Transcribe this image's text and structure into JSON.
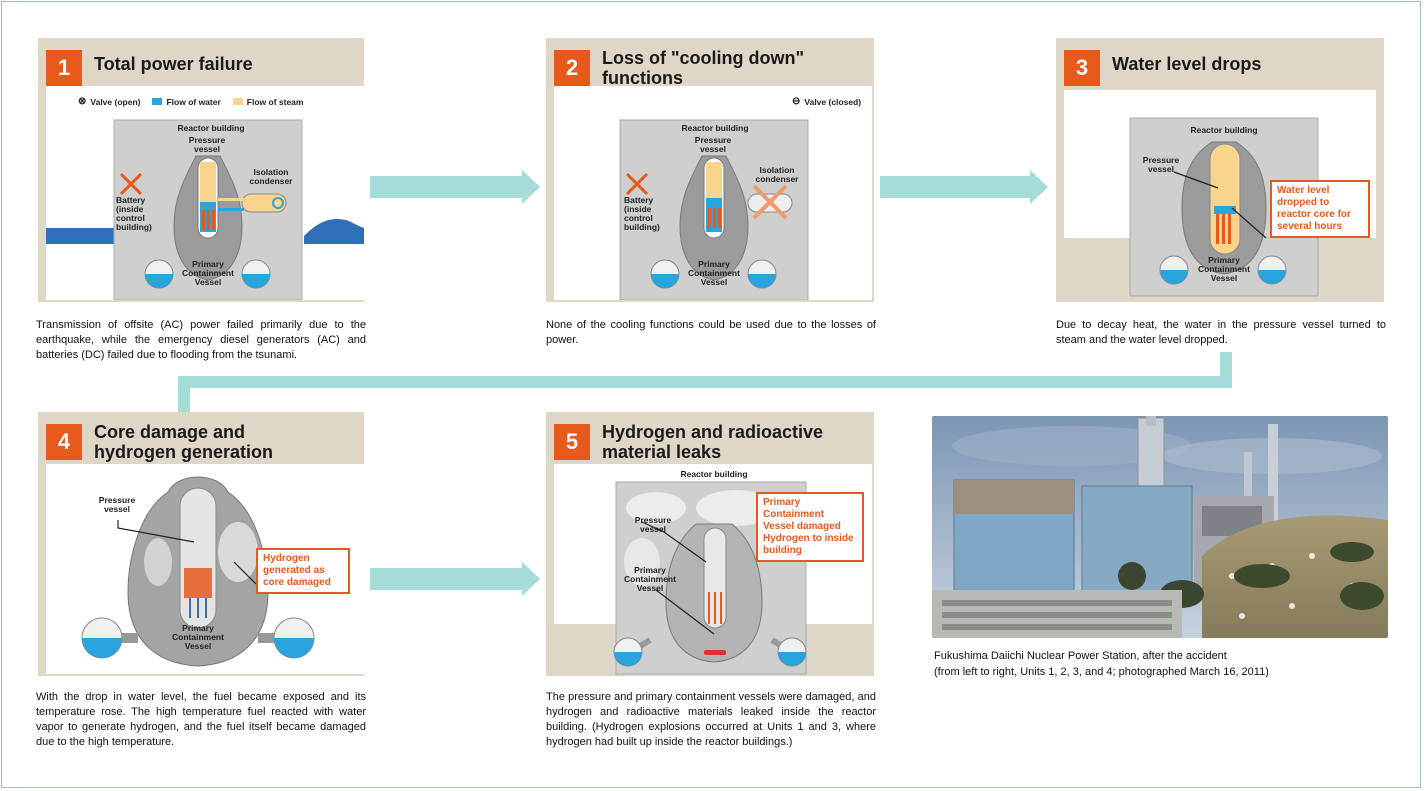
{
  "legend": {
    "valve_open": "Valve (open)",
    "flow_water": "Flow of water",
    "flow_steam": "Flow of steam",
    "valve_closed": "Valve (closed)"
  },
  "steps": [
    {
      "num": "1",
      "title": "Total power failure",
      "labels": {
        "reactor_building": "Reactor building",
        "pressure_vessel": "Pressure vessel",
        "isolation_condenser": "Isolation condenser",
        "battery": "Battery (inside control building)",
        "pcv": "Primary Containment Vessel"
      },
      "desc": "Transmission of offsite (AC) power failed primarily due to the earthquake, while the emergency diesel generators (AC) and batteries (DC) failed due to flooding from the tsunami."
    },
    {
      "num": "2",
      "title": "Loss of \"cooling down\" functions",
      "labels": {
        "reactor_building": "Reactor building",
        "pressure_vessel": "Pressure vessel",
        "isolation_condenser": "Isolation condenser",
        "battery": "Battery (inside control building)",
        "pcv": "Primary Containment Vessel"
      },
      "desc": "None of the cooling functions could be used due to the losses of power."
    },
    {
      "num": "3",
      "title": "Water level drops",
      "labels": {
        "reactor_building": "Reactor building",
        "pressure_vessel": "Pressure vessel",
        "pcv": "Primary Containment Vessel"
      },
      "callout": "Water level dropped to reactor core for several hours",
      "desc": "Due to decay heat, the water in the pressure vessel turned to steam and the water level dropped."
    },
    {
      "num": "4",
      "title": "Core damage and hydrogen generation",
      "labels": {
        "pressure_vessel": "Pressure vessel",
        "pcv": "Primary Containment Vessel"
      },
      "callout": "Hydrogen generated as core damaged",
      "desc": "With the drop in water level, the fuel became exposed and its temperature rose. The high temperature fuel reacted with water vapor to generate hydrogen, and the fuel itself became damaged due to the high temperature."
    },
    {
      "num": "5",
      "title": "Hydrogen and radioactive material leaks",
      "labels": {
        "reactor_building": "Reactor building",
        "pressure_vessel": "Pressure vessel",
        "pcv": "Primary Containment Vessel"
      },
      "callout": "Primary Containment Vessel damaged Hydrogen to inside building",
      "desc": "The pressure and primary containment vessels were damaged, and hydrogen and radioactive materials leaked inside the reactor building. (Hydrogen explosions occurred at Units 1 and 3, where hydrogen had built up inside the reactor buildings.)"
    }
  ],
  "photo": {
    "caption_line1": "Fukushima Daiichi Nuclear Power Station, after the accident",
    "caption_line2": "(from left to right, Units 1, 2, 3, and 4; photographed March 16, 2011)"
  },
  "colors": {
    "accent": "#e8591c",
    "panel_bg": "#ded7c8",
    "arrow": "#a6dcd8",
    "water": "#2aa4dd",
    "steam": "#f9d48c",
    "vessel": "#c9c9c9"
  }
}
